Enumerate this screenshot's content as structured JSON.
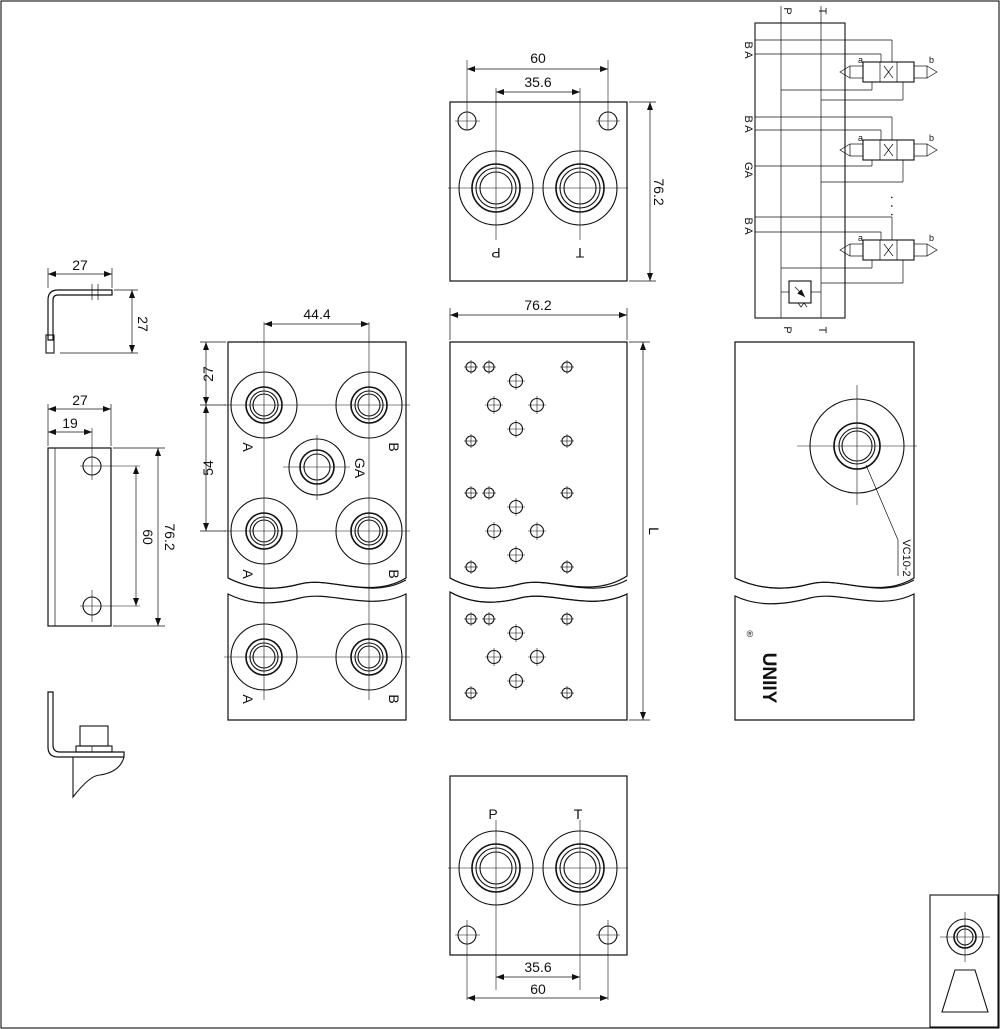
{
  "dimensions": {
    "top_width": "60",
    "top_pitch": "35.6",
    "top_height": "76.2",
    "front_width": "76.2",
    "front_length": "L",
    "side_pitch": "44.4",
    "side_top": "27",
    "side_station": "54",
    "bottom_pitch": "35.6",
    "bottom_width": "60",
    "bracket_width": "27",
    "bracket_height": "27",
    "plate_width": "27",
    "plate_offset": "19",
    "plate_pitch": "60",
    "plate_height": "76.2"
  },
  "ports": {
    "p": "P",
    "t": "T",
    "a": "A",
    "b": "B",
    "ga": "GA",
    "ba": "B A"
  },
  "schematic": {
    "sol_a": "a",
    "sol_b": "b",
    "dots": "· · ·"
  },
  "callout": "VC10-2",
  "brand": "UNIIY",
  "registered": "®"
}
